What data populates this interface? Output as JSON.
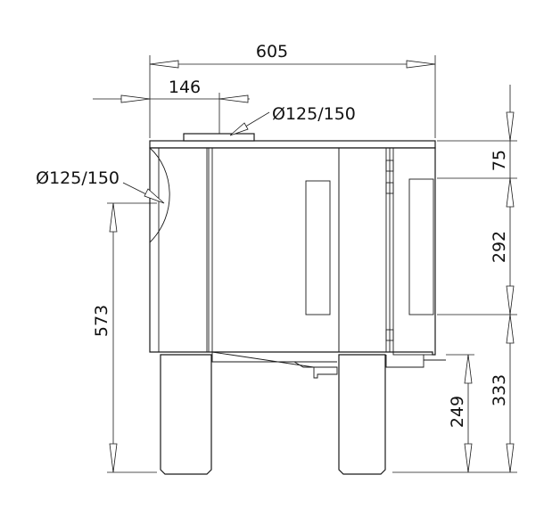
{
  "dimensions": {
    "overall_width": "605",
    "flue_offset": "146",
    "top_flue_diameter": "Ø125/150",
    "side_flue_diameter": "Ø125/150",
    "side_flue_height": "573",
    "top_to_glass": "75",
    "glass_height": "292",
    "glass_to_floor": "333",
    "pedestal_height": "249"
  },
  "colors": {
    "line": "#1a1a1a",
    "background": "#ffffff"
  }
}
